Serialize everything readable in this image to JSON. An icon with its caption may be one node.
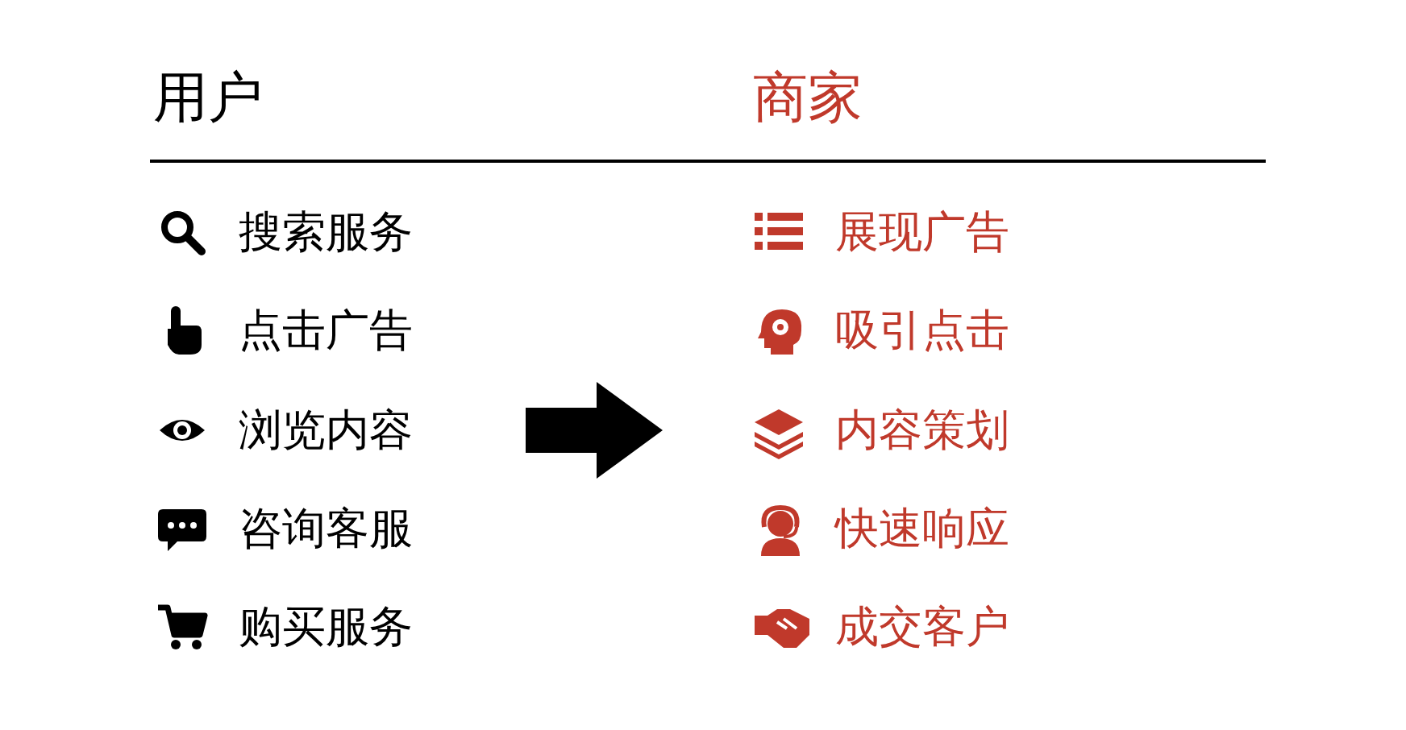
{
  "diagram": {
    "labels": [
      "用户",
      "商家",
      "搜索服务",
      "展现广告",
      "点击广告",
      "吸引点击",
      "浏览内容",
      "内容策划",
      "咨询客服",
      "快速响应",
      "购买服务",
      "成交客户"
    ]
  }
}
